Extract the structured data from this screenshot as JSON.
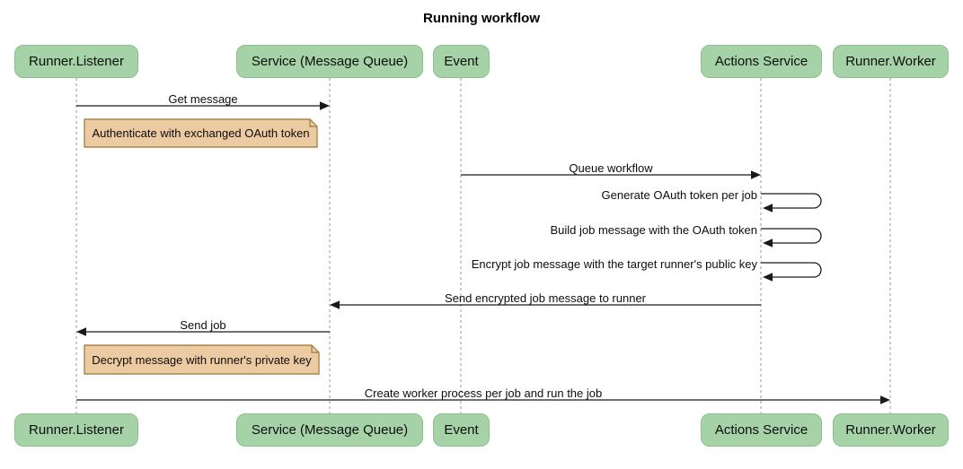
{
  "diagram": {
    "title": "Running workflow",
    "type": "sequence-diagram"
  },
  "actors": [
    {
      "name": "Runner.Listener"
    },
    {
      "name": "Service (Message Queue)"
    },
    {
      "name": "Event"
    },
    {
      "name": "Actions Service"
    },
    {
      "name": "Runner.Worker"
    }
  ],
  "messages": [
    {
      "label": "Get message",
      "from": "Runner.Listener",
      "to": "Service (Message Queue)",
      "type": "solid-arrow"
    },
    {
      "label": "Queue workflow",
      "from": "Event",
      "to": "Actions Service",
      "type": "solid-arrow"
    },
    {
      "label": "Generate OAuth token per job",
      "from": "Actions Service",
      "to": "Actions Service",
      "type": "self-loop"
    },
    {
      "label": "Build job message with the OAuth token",
      "from": "Actions Service",
      "to": "Actions Service",
      "type": "self-loop"
    },
    {
      "label": "Encrypt job message with the target runner's public key",
      "from": "Actions Service",
      "to": "Actions Service",
      "type": "self-loop"
    },
    {
      "label": "Send encrypted job message to runner",
      "from": "Actions Service",
      "to": "Service (Message Queue)",
      "type": "solid-arrow"
    },
    {
      "label": "Send job",
      "from": "Service (Message Queue)",
      "to": "Runner.Listener",
      "type": "solid-arrow"
    },
    {
      "label": "Create worker process per job and run the job",
      "from": "Runner.Listener",
      "to": "Runner.Worker",
      "type": "solid-arrow"
    }
  ],
  "notes": [
    {
      "label": "Authenticate with exchanged OAuth token",
      "position": "right of Runner.Listener"
    },
    {
      "label": "Decrypt message with runner's private key",
      "position": "right of Runner.Listener"
    }
  ],
  "colors": {
    "actor_fill": "#a5d3a7",
    "actor_border": "#8cbf8e",
    "note_fill": "#eccaa2",
    "note_border": "#a8854e",
    "line": "#1a1a1a",
    "lifeline": "#9a9a9a"
  }
}
